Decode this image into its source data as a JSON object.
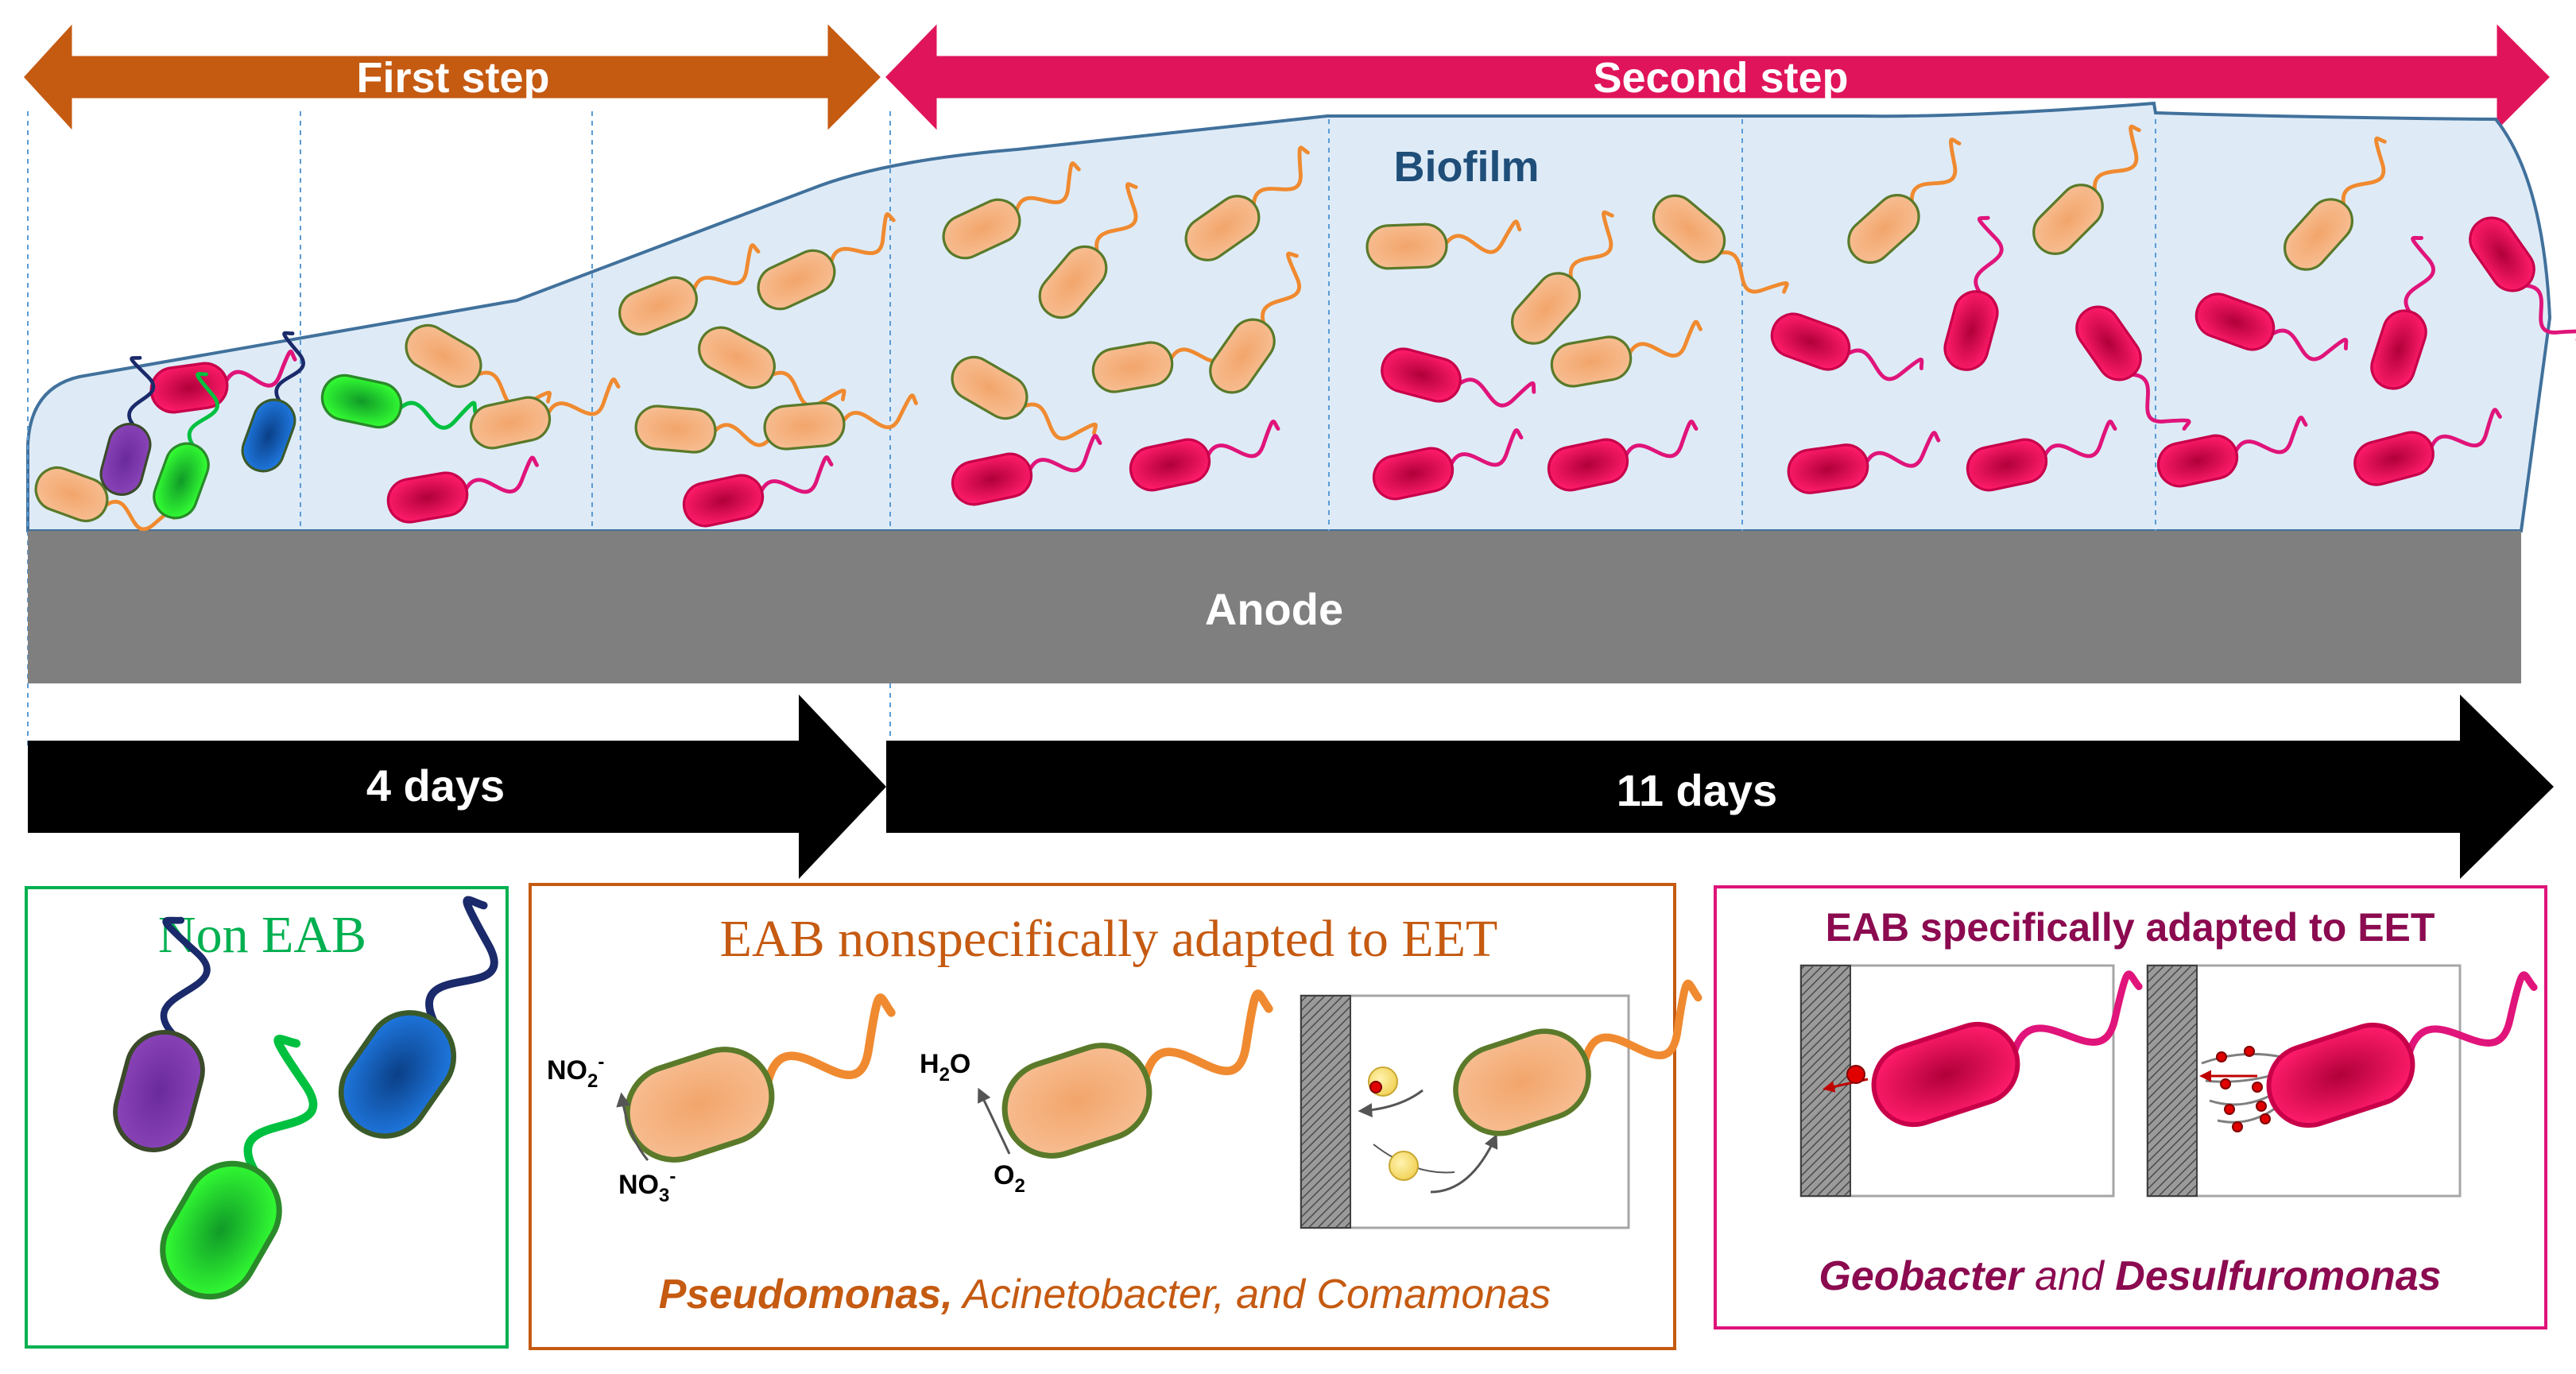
{
  "colors": {
    "first_step": "#c55a11",
    "second_step": "#e0145a",
    "biofilm_fill": "#deebf7",
    "biofilm_edge": "#41719c",
    "biofilm_label": "#1f4e79",
    "anode": "#7f7f7f",
    "orange_cell": "#f4b183",
    "red_cell": "#e6004c",
    "non_eab_green": "#00b050",
    "eab_ns_orange": "#c55a11",
    "eab_s_maroon": "#8b0a50"
  },
  "phases": {
    "first_step": "First step",
    "second_step": "Second step"
  },
  "biofilm_label": "Biofilm",
  "anode_label": "Anode",
  "timeline": {
    "first_duration": "4 days",
    "second_duration": "11 days"
  },
  "legend": {
    "non_eab": {
      "title": "Non EAB"
    },
    "eab_nonspecific": {
      "title": "EAB nonspecifically adapted to EET",
      "no2": "NO",
      "no2_sub": "2",
      "no2_sup": "-",
      "no3": "NO",
      "no3_sub": "3",
      "no3_sup": "-",
      "h2o_h": "H",
      "h2o_sub": "2",
      "h2o_o": "O",
      "o2": "O",
      "o2_sub": "2",
      "genera_1": "Pseudomonas,",
      "genera_2": " Acinetobacter, and Comamonas"
    },
    "eab_specific": {
      "title": "EAB specifically adapted to EET",
      "genera_1": "Geobacter",
      "genera_2": " and ",
      "genera_3": "Desulfuromonas"
    }
  }
}
